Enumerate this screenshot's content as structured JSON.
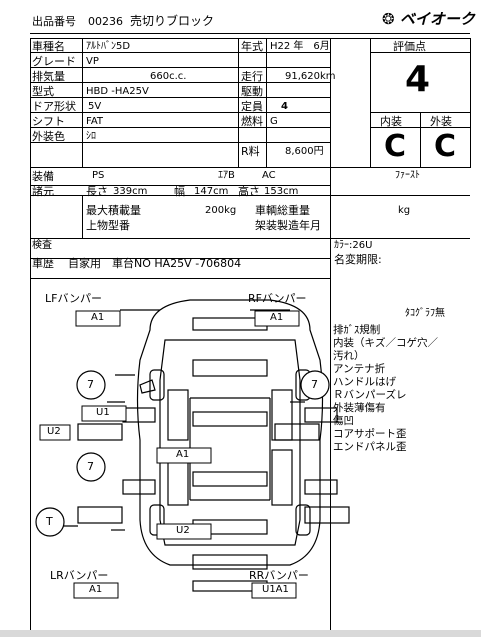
{
  "header": {
    "lot_label": "出品番号",
    "lot_number": "00236",
    "sale_type": "売切りブロック",
    "brand": "ベイオーク"
  },
  "specs": {
    "model_label": "車種名",
    "model_value": "ｱﾙﾄﾊﾞﾝ5D",
    "grade_label": "グレード",
    "grade_value": "VP",
    "displacement_label": "排気量",
    "displacement_value": "660c.c.",
    "type_label": "型式",
    "type_value": "HBD -HA25V",
    "doors_label": "ドア形状",
    "doors_value": "5V",
    "shift_label": "シフト",
    "shift_value": "FAT",
    "color_label": "外装色",
    "color_value": "ｼﾛ",
    "year_label": "年式",
    "year_value": "H22 年　6月",
    "mileage_label": "走行",
    "mileage_value": "91,620km",
    "drive_label": "駆動",
    "drive_value": "",
    "capacity_label": "定員",
    "capacity_value": "4",
    "fuel_label": "燃料",
    "fuel_value": "G",
    "recycle_label": "R料",
    "recycle_value": "8,600円"
  },
  "rating": {
    "score_label": "評価点",
    "score": "4",
    "interior_label": "内装",
    "exterior_label": "外装",
    "interior_grade": "C",
    "exterior_grade": "C"
  },
  "equipment": {
    "label_1": "装備",
    "label_2": "諸元",
    "ps": "PS",
    "airbag": "ｴｱB",
    "ac": "AC",
    "furnace": "ﾌｧｰｽﾄ",
    "length_label": "長さ",
    "length_value": "339cm",
    "width_label": "幅",
    "width_value": "147cm",
    "height_label": "高さ",
    "height_value": "153cm",
    "max_load_label": "最大積載量",
    "max_load_value": "200kg",
    "gross_weight_label": "車輌総重量",
    "gross_weight_unit": "kg",
    "upper_type_label": "上物型番",
    "upper_date_label": "架装製造年月"
  },
  "inspection": {
    "label_1": "検査",
    "label_2": "車歴",
    "history": "自家用　車台NO HA25V -706804",
    "color_code": "ｶﾗｰ:26U",
    "name_change": "名変期限:"
  },
  "diagram": {
    "lf_bumper": "LFバンパー",
    "rf_bumper": "RFバンパー",
    "lr_bumper": "LRバンパー",
    "rr_bumper": "RRバンパー",
    "box_lf": "A1",
    "box_rf": "A1",
    "box_left_mid": "U1",
    "box_u2_left": "U2",
    "box_center_a1": "A1",
    "box_center_u2": "U2",
    "box_lr": "A1",
    "box_rr": "U1A1",
    "circle_lf": "7",
    "circle_rf": "7",
    "circle_lr": "7",
    "circle_t": "T"
  },
  "notes": {
    "tacho": "ﾀｺｸﾞﾗﾌ無",
    "lines": [
      "排ｶﾞｽ規制",
      "内装（キズ／コゲ穴／",
      "汚れ）",
      "アンテナ折",
      "ハンドルはげ",
      "Ｒバンパーズレ",
      "外装薄傷有",
      "傷凹",
      "コアサポート歪",
      "エンドパネル歪"
    ]
  }
}
